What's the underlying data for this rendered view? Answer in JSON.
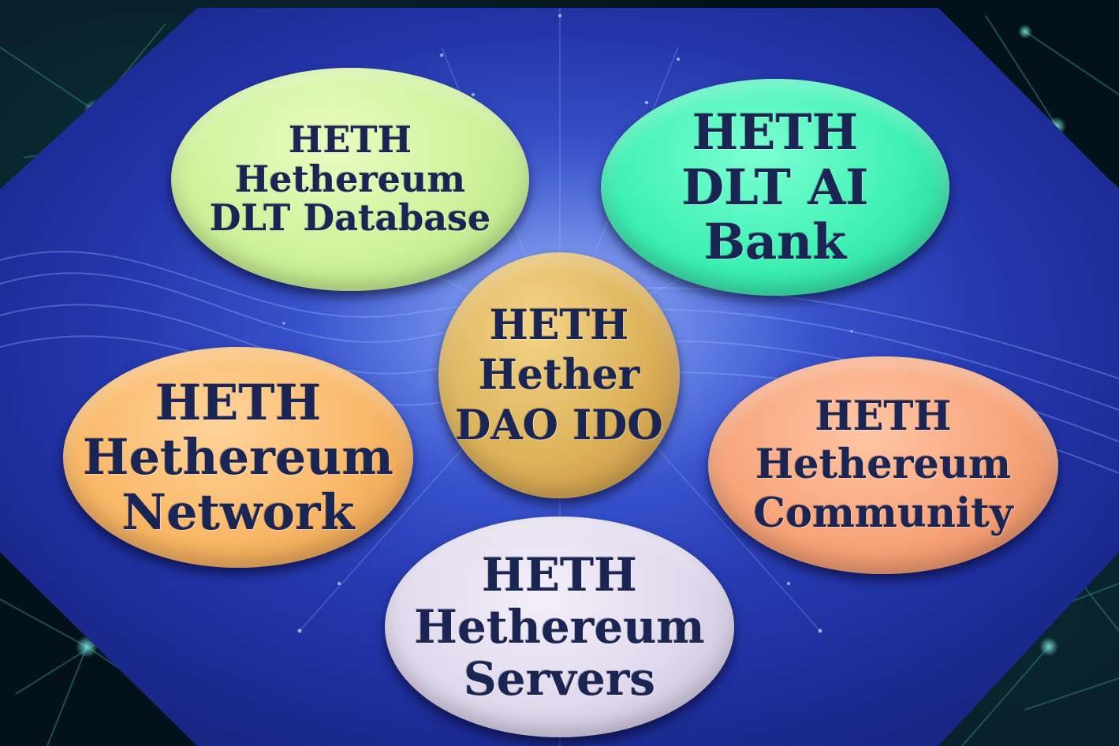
{
  "nodes": {
    "database": [
      "HETH",
      "Hethereum",
      "DLT Database"
    ],
    "bank": [
      "HETH",
      "DLT AI",
      "Bank"
    ],
    "dao": [
      "HETH",
      "Hether",
      "DAO IDO"
    ],
    "network": [
      "HETH",
      "Hethereum",
      "Network"
    ],
    "community": [
      "HETH",
      "Hethereum",
      "Community"
    ],
    "servers": [
      "HETH",
      "Hethereum",
      "Servers"
    ]
  },
  "colors": {
    "text": "#1a2554",
    "octagon": "#2a3bb8",
    "database": "#cdf29a",
    "bank": "#3ef0b4",
    "dao": "#ddb25b",
    "network": "#f9b868",
    "community": "#f7a47a",
    "servers": "#e0d9ec"
  }
}
